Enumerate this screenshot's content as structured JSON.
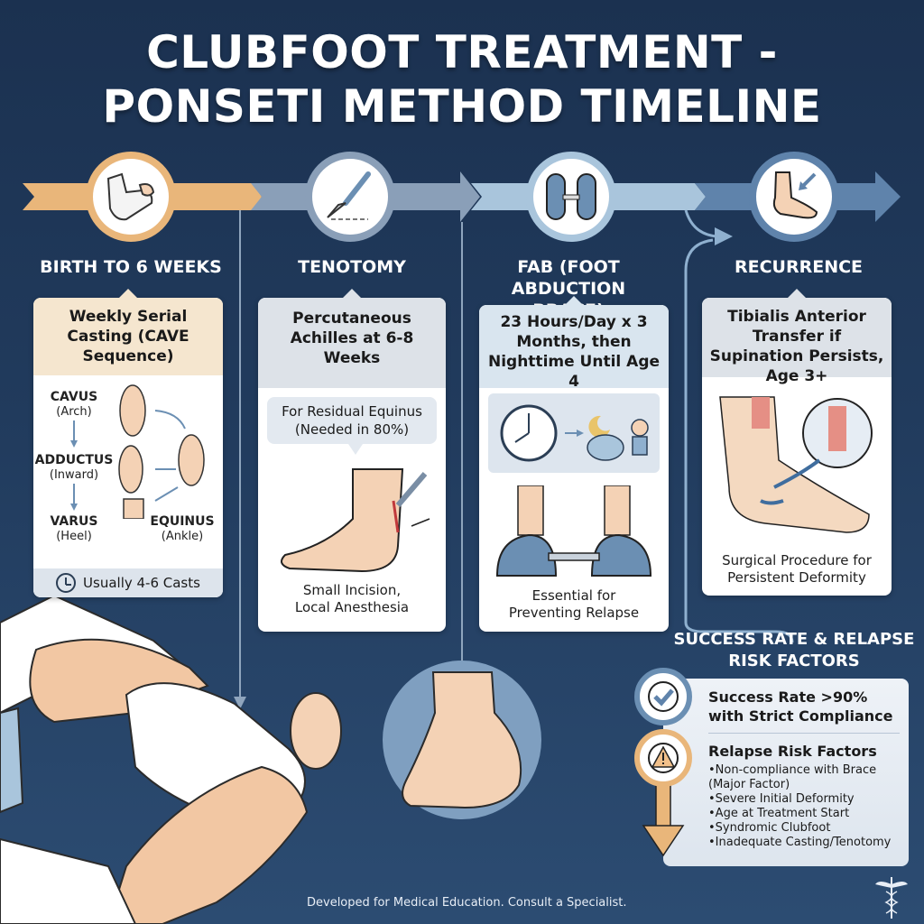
{
  "title": {
    "line1": "CLUBFOOT TREATMENT -",
    "line2": "PONSETI METHOD TIMELINE"
  },
  "colors": {
    "background": "#1b3150",
    "stage1_accent": "#e9b67a",
    "stage2_accent": "#8fa5bd",
    "stage3_accent": "#a9c5dc",
    "stage4_accent": "#5f83ab",
    "warning": "#e9b67a"
  },
  "stages": [
    {
      "icon": "casted-foot-icon",
      "title": "BIRTH TO 6 WEEKS",
      "card_heading": "Weekly Serial Casting (CAVE Sequence)",
      "sequence": [
        {
          "name": "CAVUS",
          "desc": "(Arch)"
        },
        {
          "name": "ADDUCTUS",
          "desc": "(Inward)"
        },
        {
          "name": "VARUS",
          "desc": "(Heel)"
        },
        {
          "name": "EQUINUS",
          "desc": "(Ankle)"
        }
      ],
      "footer_icon": "clock-icon",
      "footer": "Usually 4-6 Casts"
    },
    {
      "icon": "scalpel-icon",
      "title": "TENOTOMY",
      "card_heading": "Percutaneous Achilles at 6-8 Weeks",
      "bubble": "For Residual Equinus (Needed in 80%)",
      "caption": "Small Incision, Local Anesthesia"
    },
    {
      "icon": "brace-shoes-icon",
      "title": "FAB (FOOT ABDUCTION BRACE)",
      "card_heading": "23 Hours/Day x 3 Months, then Nighttime Until Age 4",
      "caption": "Essential for Preventing Relapse"
    },
    {
      "icon": "foot-arrow-icon",
      "title": "RECURRENCE",
      "card_heading": "Tibialis Anterior Transfer if Supination Persists, Age 3+",
      "caption": "Surgical Procedure for Persistent Deformity"
    }
  ],
  "outcomes": {
    "title": "SUCCESS RATE & RELAPSE RISK FACTORS",
    "success": "Success Rate >90% with Strict Compliance",
    "risk_heading": "Relapse Risk Factors",
    "risk_factors": [
      "Non-compliance with Brace (Major Factor)",
      "Severe Initial Deformity",
      "Age at Treatment Start",
      "Syndromic Clubfoot",
      "Inadequate Casting/Tenotomy"
    ]
  },
  "footer": {
    "note": "Developed for Medical Education. Consult a Specialist.",
    "icon": "caduceus-icon"
  }
}
